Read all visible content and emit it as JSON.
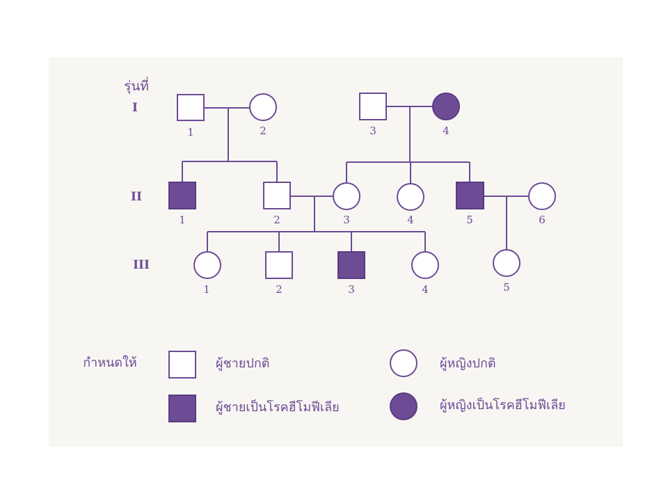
{
  "colors": {
    "ink": "#6b4a94",
    "affected_fill": "#6d4c96",
    "paper": "#f8f6f3"
  },
  "generation_heading": "รุ่นที่",
  "generations": [
    {
      "label": "I",
      "members": [
        {
          "number": "1",
          "sex": "male",
          "affected": false
        },
        {
          "number": "2",
          "sex": "female",
          "affected": false
        },
        {
          "number": "3",
          "sex": "male",
          "affected": false
        },
        {
          "number": "4",
          "sex": "female",
          "affected": true
        }
      ]
    },
    {
      "label": "II",
      "members": [
        {
          "number": "1",
          "sex": "male",
          "affected": true
        },
        {
          "number": "2",
          "sex": "male",
          "affected": false
        },
        {
          "number": "3",
          "sex": "female",
          "affected": false
        },
        {
          "number": "4",
          "sex": "female",
          "affected": false
        },
        {
          "number": "5",
          "sex": "male",
          "affected": true
        },
        {
          "number": "6",
          "sex": "female",
          "affected": false
        }
      ]
    },
    {
      "label": "III",
      "members": [
        {
          "number": "1",
          "sex": "female",
          "affected": false
        },
        {
          "number": "2",
          "sex": "male",
          "affected": false
        },
        {
          "number": "3",
          "sex": "male",
          "affected": true
        },
        {
          "number": "4",
          "sex": "female",
          "affected": false
        },
        {
          "number": "5",
          "sex": "female",
          "affected": false
        }
      ]
    }
  ],
  "legend": {
    "heading": "กำหนดให้",
    "normal_male": "ผู้ชายปกติ",
    "normal_female": "ผู้หญิงปกติ",
    "affected_male": "ผู้ชายเป็นโรคฮีโมฟีเลีย",
    "affected_female": "ผู้หญิงเป็นโรคฮีโมฟีเลีย"
  }
}
